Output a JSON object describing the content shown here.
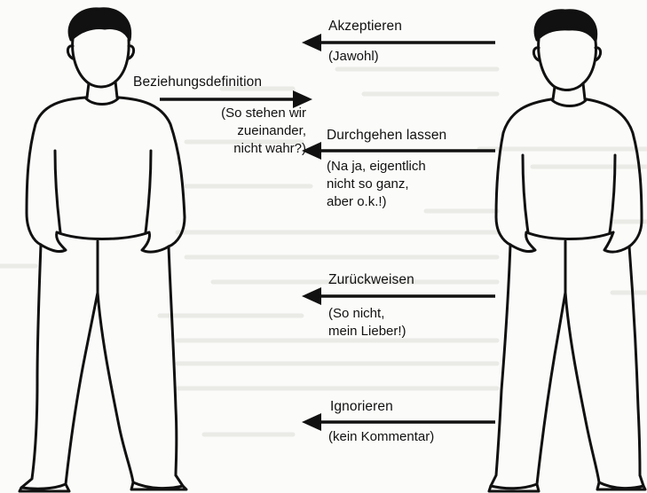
{
  "sender": {
    "label": "Beziehungsdefinition",
    "subtext": "(So stehen wir\nzueinander,\nnicht wahr?)"
  },
  "responses": [
    {
      "label": "Akzeptieren",
      "subtext": "(Jawohl)"
    },
    {
      "label": "Durchgehen lassen",
      "subtext": "(Na ja, eigentlich\nnicht so ganz,\naber o.k.!)"
    },
    {
      "label": "Zurückweisen",
      "subtext": "(So nicht,\nmein Lieber!)"
    },
    {
      "label": "Ignorieren",
      "subtext": "(kein Kommentar)"
    }
  ],
  "colors": {
    "ink": "#111111",
    "paper": "#fbfbf9"
  }
}
